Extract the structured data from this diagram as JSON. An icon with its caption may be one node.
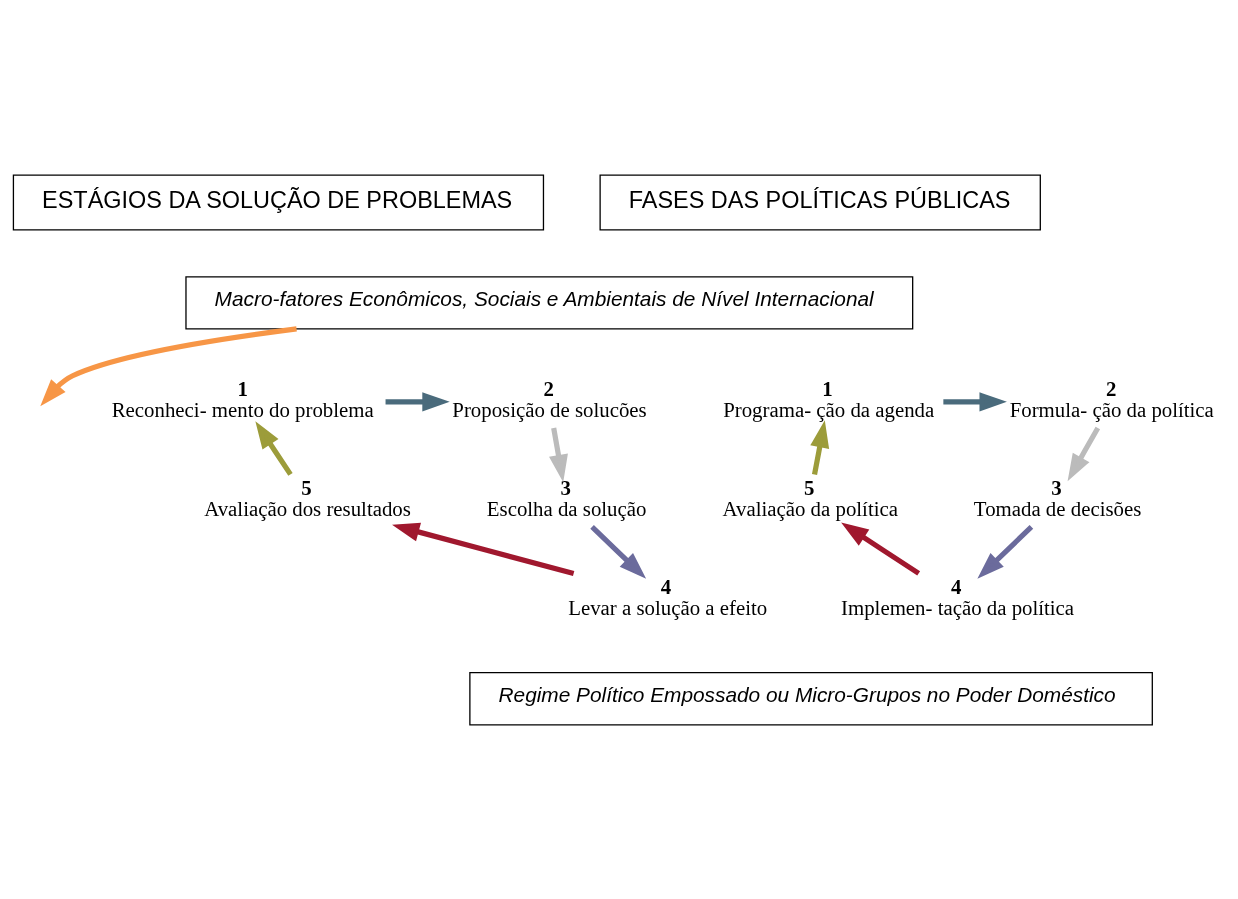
{
  "diagram": {
    "nodes": [
      {
        "text": [
          "ESTÁGIOS DA SOLUÇÃO DE PROBLEMAS"
        ]
      },
      {
        "text": [
          "FASES DAS POLÍTICAS PÚBLICAS"
        ]
      },
      {
        "text": [
          "Macro-fatores Econômicos, Sociais e Ambientais de Nível Internacional"
        ]
      },
      {
        "text": [
          "1",
          "Reconheci- mento do problema"
        ]
      },
      {
        "text": [
          "2",
          "Proposição de solucões"
        ]
      },
      {
        "text": [
          "3",
          "Escolha da solução"
        ]
      },
      {
        "text": [
          "4",
          "Levar a solução a efeito"
        ]
      },
      {
        "text": [
          "5",
          "Avaliação dos resultados"
        ]
      },
      {
        "text": [
          "1",
          "Programa- ção da agenda"
        ]
      },
      {
        "text": [
          "2",
          "Formula- ção da política"
        ]
      },
      {
        "text": [
          "3",
          "Tomada de decisões"
        ]
      },
      {
        "text": [
          "4",
          "Implemen- tação da política"
        ]
      },
      {
        "text": [
          "5",
          "Avaliação da política"
        ]
      },
      {
        "text": [
          "Regime Político Empossado ou Micro-Grupos no Poder Doméstico"
        ]
      }
    ],
    "edges": [
      {
        "from": 2,
        "to": null,
        "arrow": "to",
        "color": "#f79646"
      },
      {
        "from": 3,
        "to": 4,
        "arrow": "to",
        "color": "#4a6b7c"
      },
      {
        "from": 4,
        "to": 5,
        "arrow": "to",
        "color": "#bbbbbb"
      },
      {
        "from": 5,
        "to": 6,
        "arrow": "to",
        "color": "#6b6b9c"
      },
      {
        "from": 6,
        "to": 7,
        "arrow": "to",
        "color": "#a0182e"
      },
      {
        "from": 7,
        "to": 3,
        "arrow": "to",
        "color": "#9c9c3a"
      },
      {
        "from": 8,
        "to": 9,
        "arrow": "to",
        "color": "#4a6b7c"
      },
      {
        "from": 9,
        "to": 10,
        "arrow": "to",
        "color": "#bbbbbb"
      },
      {
        "from": 10,
        "to": 11,
        "arrow": "to",
        "color": "#6b6b9c"
      },
      {
        "from": 11,
        "to": 12,
        "arrow": "to",
        "color": "#a0182e"
      },
      {
        "from": 12,
        "to": 8,
        "arrow": "to",
        "color": "#9c9c3a"
      }
    ]
  }
}
